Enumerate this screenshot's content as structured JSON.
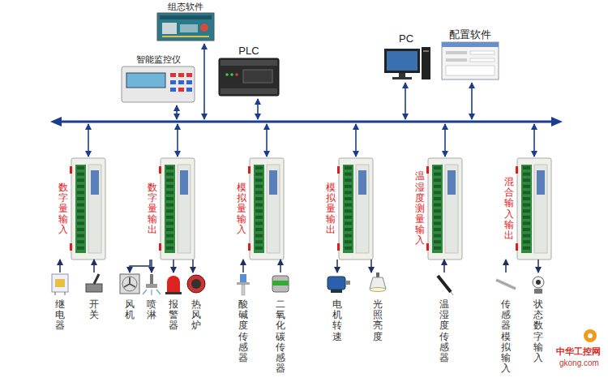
{
  "diagram": {
    "nodes": [
      {
        "text": [
          "组态软件"
        ]
      },
      {
        "text": [
          "智能监控仪"
        ]
      },
      {
        "text": [
          "PLC"
        ]
      },
      {
        "text": [
          "PC"
        ]
      },
      {
        "text": [
          "配置软件"
        ]
      },
      {
        "text": [
          "数字量输入"
        ]
      },
      {
        "text": [
          "数字量输出"
        ]
      },
      {
        "text": [
          "模拟量输入"
        ]
      },
      {
        "text": [
          "模拟量输出"
        ]
      },
      {
        "text": [
          "温湿度测量输入"
        ]
      },
      {
        "text": [
          "混合输入输出"
        ]
      },
      {
        "text": [
          "继电器"
        ]
      },
      {
        "text": [
          "开关"
        ]
      },
      {
        "text": [
          "风机"
        ]
      },
      {
        "text": [
          "喷淋"
        ]
      },
      {
        "text": [
          "报警器"
        ]
      },
      {
        "text": [
          "热风炉"
        ]
      },
      {
        "text": [
          "酸碱度传感器"
        ]
      },
      {
        "text": [
          "二氧化碳传感器"
        ]
      },
      {
        "text": [
          "电机转速"
        ]
      },
      {
        "text": [
          "光照亮度"
        ]
      },
      {
        "text": [
          "温湿度传感器"
        ]
      },
      {
        "text": [
          "传感器模拟输入"
        ]
      },
      {
        "text": [
          "状态数字输入"
        ]
      }
    ],
    "edges": [
      {
        "from": 11,
        "to": 5,
        "arrow": "to"
      },
      {
        "from": 12,
        "to": 5,
        "arrow": "to"
      },
      {
        "from": 6,
        "to": 13,
        "arrow": "to"
      },
      {
        "from": 6,
        "to": 14,
        "arrow": "to"
      },
      {
        "from": 6,
        "to": 15,
        "arrow": "to"
      },
      {
        "from": 6,
        "to": 16,
        "arrow": "to"
      },
      {
        "from": 17,
        "to": 7,
        "arrow": "to"
      },
      {
        "from": 18,
        "to": 7,
        "arrow": "to"
      },
      {
        "from": 8,
        "to": 19,
        "arrow": "to"
      },
      {
        "from": 8,
        "to": 20,
        "arrow": "to"
      },
      {
        "from": 21,
        "to": 9,
        "arrow": "to"
      },
      {
        "from": 22,
        "to": 10,
        "arrow": "to"
      },
      {
        "from": 10,
        "to": 23,
        "arrow": "to"
      }
    ],
    "labels": [
      "中华工控网",
      "gkong.com"
    ]
  }
}
